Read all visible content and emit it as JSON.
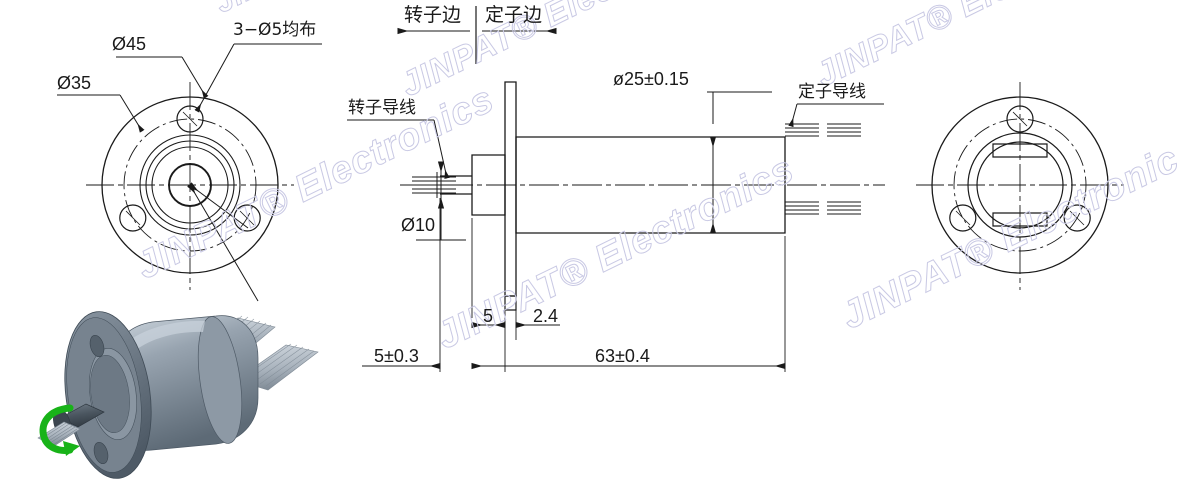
{
  "document": {
    "type": "engineering-drawing",
    "subject": "capsule slip ring outline drawing",
    "brand": "JINPAT",
    "watermark_text": "JINPAT® Electronics",
    "watermark_color": "#c9c9e4",
    "line_color": "#1a1a1a",
    "background": "#ffffff"
  },
  "section_markers": {
    "rotor_side": "转子边",
    "stator_side": "定子边"
  },
  "left_view": {
    "name": "rotor-end-face-view",
    "labels": {
      "outer_diameter": "Ø45",
      "bolt_circle": "Ø35",
      "hole_pattern": "3−Ø5均布"
    },
    "bolt_holes": 3,
    "bolt_hole_diameter": 5
  },
  "section_view": {
    "name": "longitudinal-section-view",
    "labels": {
      "rotor_lead": "转子导线",
      "stator_lead": "定子导线",
      "body_diameter": "ø25±0.15",
      "shaft_diameter": "Ø10"
    },
    "dimensions": {
      "shaft_length": "5±0.3",
      "flange_thickness": "5",
      "flange_offset": "2.4",
      "body_length": "63±0.4"
    }
  },
  "right_view": {
    "name": "stator-end-face-view",
    "bolt_holes": 3,
    "slots": 2
  },
  "render_3d": {
    "name": "isometric-product-render",
    "body_color": "#8c98a4",
    "flange_color": "#6e7a86",
    "highlight_color": "#c4ced8",
    "wire_color": "#b9c2cb",
    "rotation_arrow_color": "#18b318"
  },
  "chart_data": {
    "type": "table",
    "title": "Slip ring dimensional data",
    "categories": [
      "Ø45",
      "Ø35",
      "3−Ø5均布",
      "ø25±0.15",
      "Ø10",
      "5±0.3",
      "5",
      "2.4",
      "63±0.4"
    ],
    "values": [
      45,
      35,
      5,
      25,
      10,
      5,
      5,
      2.4,
      63
    ]
  }
}
